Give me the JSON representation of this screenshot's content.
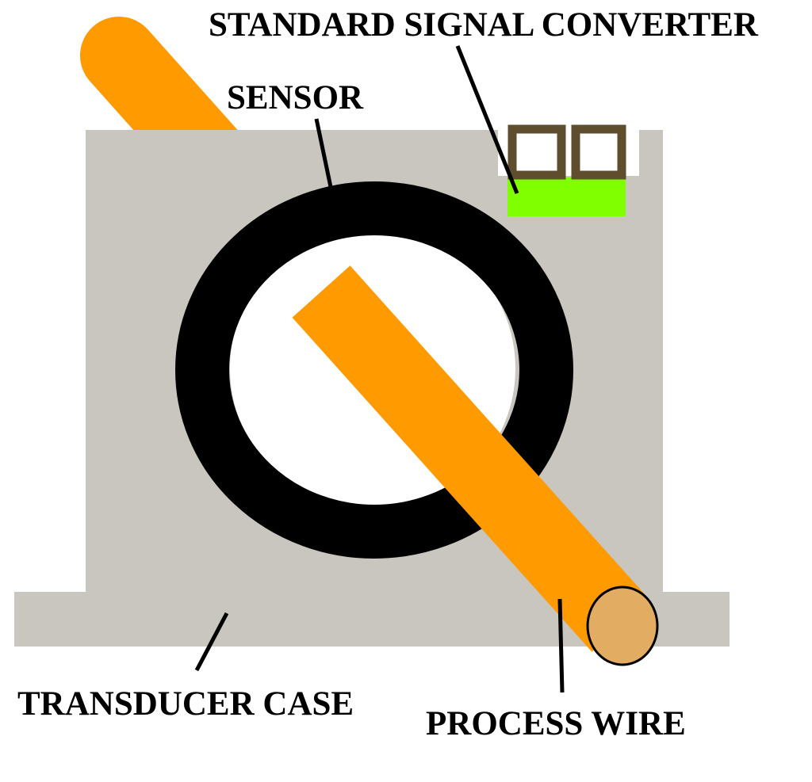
{
  "labels": {
    "standard_signal_converter": "STANDARD SIGNAL CONVERTER",
    "sensor": "SENSOR",
    "transducer_case": "TRANSDUCER CASE",
    "process_wire": "PROCESS WIRE"
  },
  "colors": {
    "case": "#C9C5BF",
    "sensor_ring": "#000000",
    "wire": "#FF9A00",
    "wire_end": "#E2AC62",
    "converter_terminal": "#5E4E2E",
    "converter_board": "#7FFF00",
    "background": "#FFFFFF",
    "leader_line": "#000000"
  }
}
